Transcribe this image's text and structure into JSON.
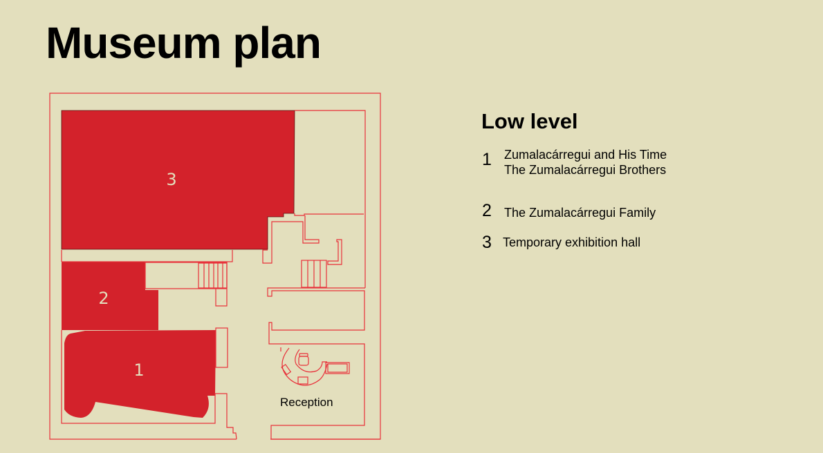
{
  "title": "Museum plan",
  "plan": {
    "room_labels": [
      "1",
      "2",
      "3"
    ],
    "reception_label": "Reception",
    "colors": {
      "room_fill": "#d3222b",
      "wall": "#e8303a",
      "background": "#e3dfbd"
    }
  },
  "legend": {
    "heading": "Low level",
    "items": [
      {
        "number": "1",
        "lines": [
          "Zumalacárregui and His Time",
          "The Zumalacárregui Brothers"
        ]
      },
      {
        "number": "2",
        "lines": [
          "The Zumalacárregui Family"
        ]
      },
      {
        "number": "3",
        "lines": [
          "Temporary exhibition hall"
        ]
      }
    ]
  }
}
